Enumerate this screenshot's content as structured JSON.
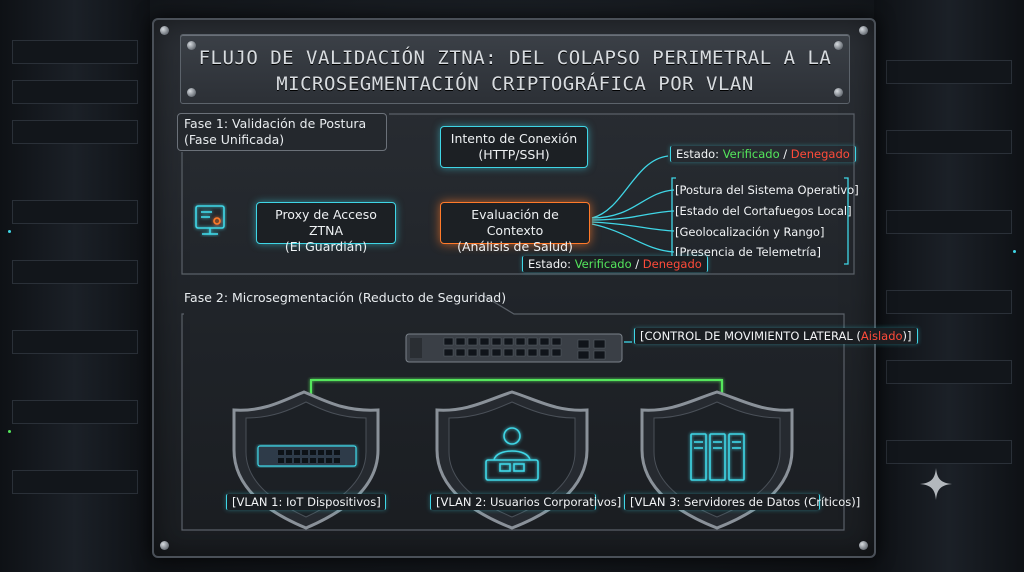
{
  "title": {
    "line1": "FLUJO DE VALIDACIÓN ZTNA: DEL COLAPSO PERIMETRAL A LA",
    "line2": "MICROSEGMENTACIÓN CRIPTOGRÁFICA POR VLAN"
  },
  "phase1": {
    "label_line1": "Fase 1: Validación de Postura",
    "label_line2": "(Fase Unificada)",
    "connection": {
      "line1": "Intento de Conexión",
      "line2": "(HTTP/SSH)"
    },
    "proxy": {
      "line1": "Proxy de Acceso ZTNA",
      "line2": "(El Guardián)"
    },
    "evaluation": {
      "line1": "Evaluación de Contexto",
      "line2": "(Análisis de Salud)"
    },
    "status_top": {
      "prefix": "Estado:",
      "ok": "Verificado",
      "sep": "/",
      "no": "Denegado"
    },
    "checks": [
      "[Postura del Sistema Operativo]",
      "[Estado del Cortafuegos Local]",
      "[Geolocalización y Rango]",
      "[Presencia de Telemetría]"
    ],
    "status_bottom": {
      "prefix": "Estado:",
      "ok": "Verificado",
      "sep": "/",
      "no": "Denegado"
    }
  },
  "phase2": {
    "label": "Fase 2: Microsegmentación (Reducto de Seguridad)",
    "lateral": {
      "prefix": "[CONTROL DE MOVIMIENTO LATERAL (",
      "state": "Aislado",
      "suffix": ")]"
    },
    "vlans": [
      {
        "label": "[VLAN 1: IoT Dispositivos]",
        "icon": "network-switch-icon"
      },
      {
        "label": "[VLAN 2: Usuarios Corporativos]",
        "icon": "users-icon"
      },
      {
        "label": "[VLAN 3: Servidores de Datos (Críticos)]",
        "icon": "servers-icon"
      }
    ]
  },
  "colors": {
    "cyan": "#3fd6e6",
    "orange": "#ff7a2a",
    "green": "#54e65c",
    "red": "#ff4b3a"
  }
}
